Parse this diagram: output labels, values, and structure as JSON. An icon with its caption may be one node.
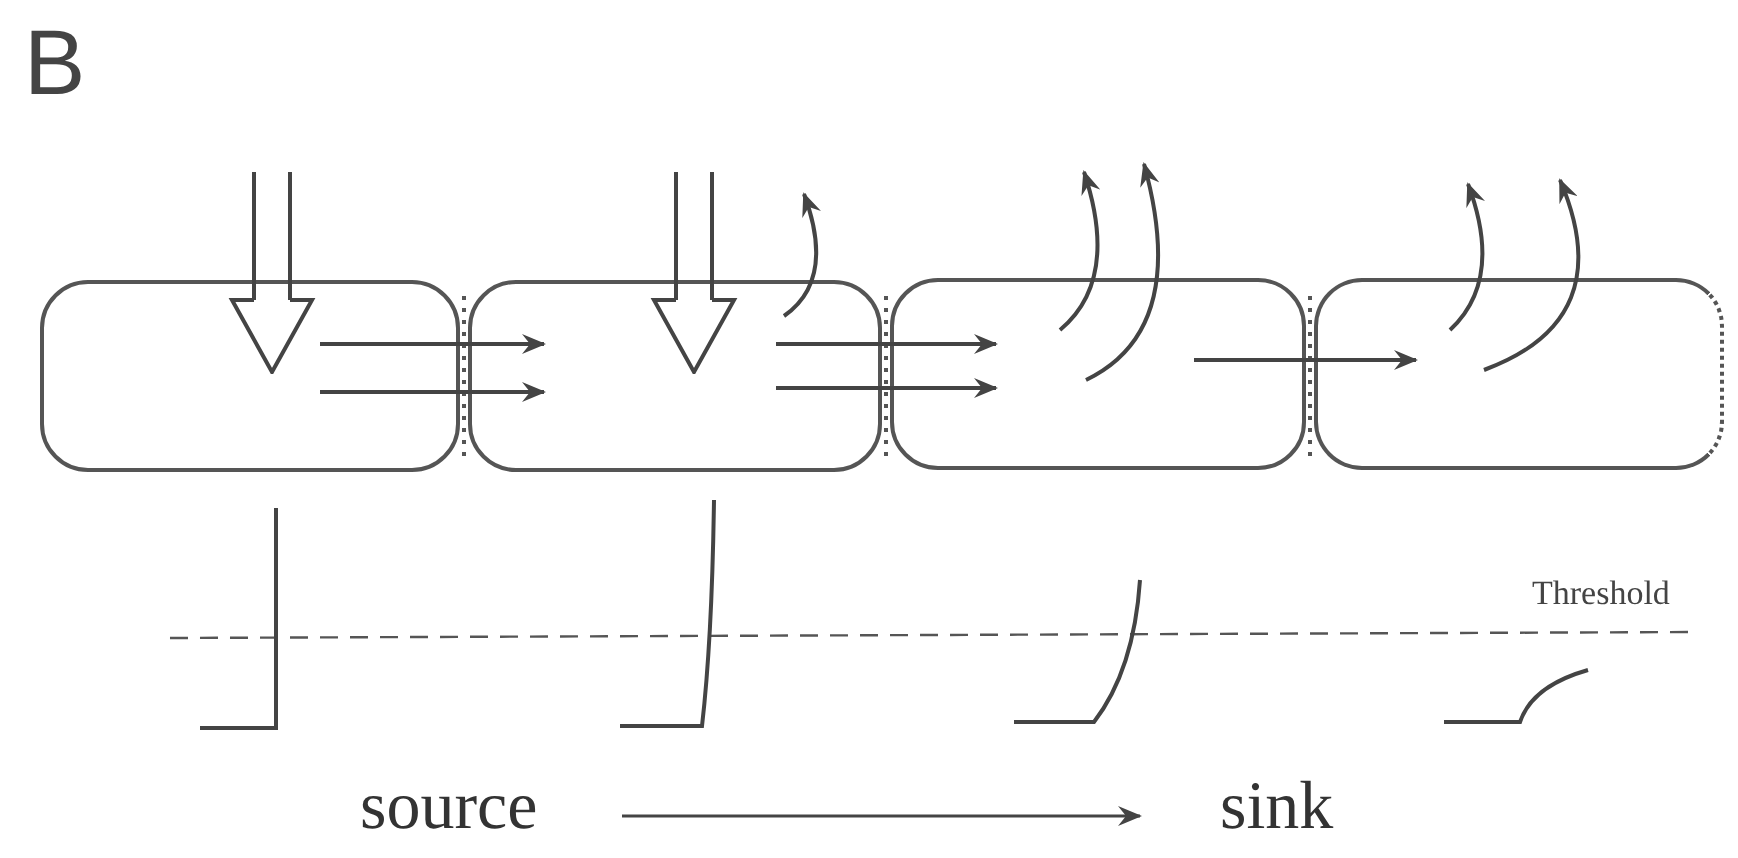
{
  "diagram": {
    "nodes": [
      {
        "text": [],
        "shape": "box"
      },
      {
        "text": [],
        "shape": "box"
      },
      {
        "text": [],
        "shape": "box"
      },
      {
        "text": [],
        "shape": "box"
      },
      {
        "text": [
          "source"
        ]
      },
      {
        "text": [
          "sink"
        ]
      }
    ],
    "edges": [
      {
        "from": null,
        "to": 0,
        "arrow": "to"
      },
      {
        "from": null,
        "to": 1,
        "arrow": "to"
      },
      {
        "from": 0,
        "to": 1,
        "arrow": "to"
      },
      {
        "from": 0,
        "to": 1,
        "arrow": "to"
      },
      {
        "from": 1,
        "to": 2,
        "arrow": "to"
      },
      {
        "from": 1,
        "to": 2,
        "arrow": "to"
      },
      {
        "from": 2,
        "to": 3,
        "arrow": "to"
      },
      {
        "from": 1,
        "to": null,
        "arrow": "to"
      },
      {
        "from": 2,
        "to": null,
        "arrow": "to"
      },
      {
        "from": 2,
        "to": null,
        "arrow": "to"
      },
      {
        "from": 3,
        "to": null,
        "arrow": "to"
      },
      {
        "from": 3,
        "to": null,
        "arrow": "to"
      },
      {
        "from": 4,
        "to": 5,
        "arrow": "to"
      }
    ],
    "labels": [
      "B",
      "Threshold"
    ]
  }
}
